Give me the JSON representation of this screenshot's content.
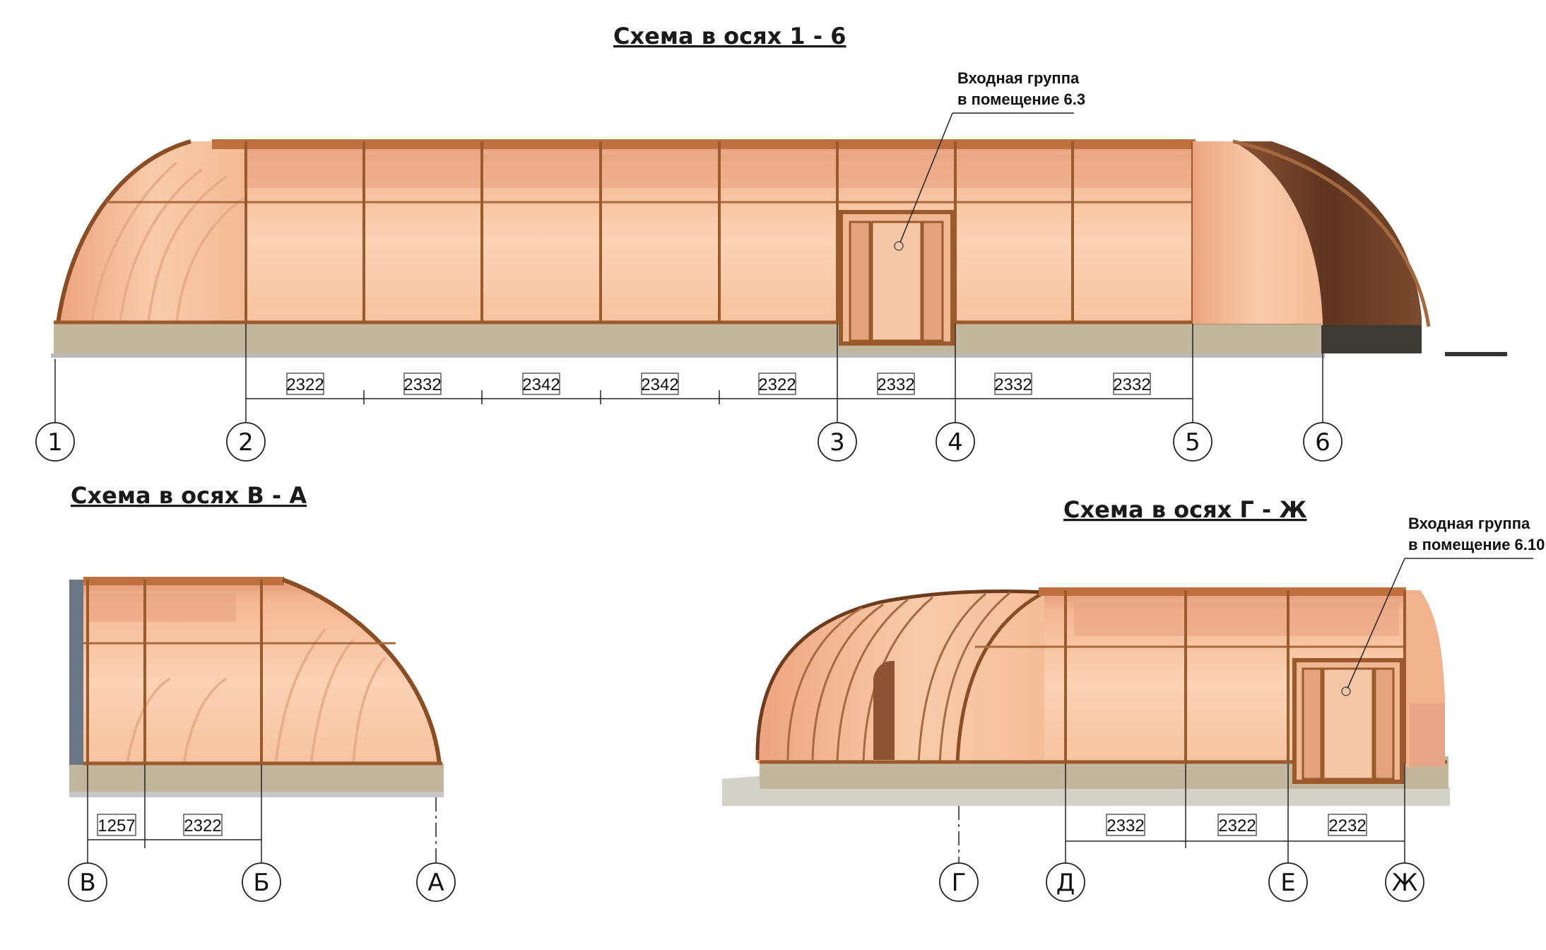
{
  "titles": {
    "top": "Схема в осях 1 - 6",
    "left": "Схема в осях В - А",
    "right": "Схема в осях Г - Ж"
  },
  "notes": {
    "top": [
      "Входная группа",
      "в помещение 6.3"
    ],
    "right": [
      "Входная группа",
      "в помещение 6.10"
    ]
  },
  "dimensions": {
    "top": [
      "2322",
      "2332",
      "2342",
      "2342",
      "2322",
      "2332",
      "2332",
      "2332"
    ],
    "left": [
      "1257",
      "2322"
    ],
    "right": [
      "2332",
      "2322",
      "2232"
    ]
  },
  "axes": {
    "top": [
      "1",
      "2",
      "3",
      "4",
      "5",
      "6"
    ],
    "left": [
      "В",
      "Б",
      "А"
    ],
    "right": [
      "Г",
      "Д",
      "Е",
      "Ж"
    ]
  },
  "colors": {
    "glass_light": "#f9cfae",
    "glass_mid": "#f2b48e",
    "glass_band": "#e0957a",
    "frame": "#9b5a2c",
    "frame_dark": "#6e3c1c",
    "plinth": "#c2b79c",
    "dark_section": "#6b4129",
    "line": "#222222"
  }
}
